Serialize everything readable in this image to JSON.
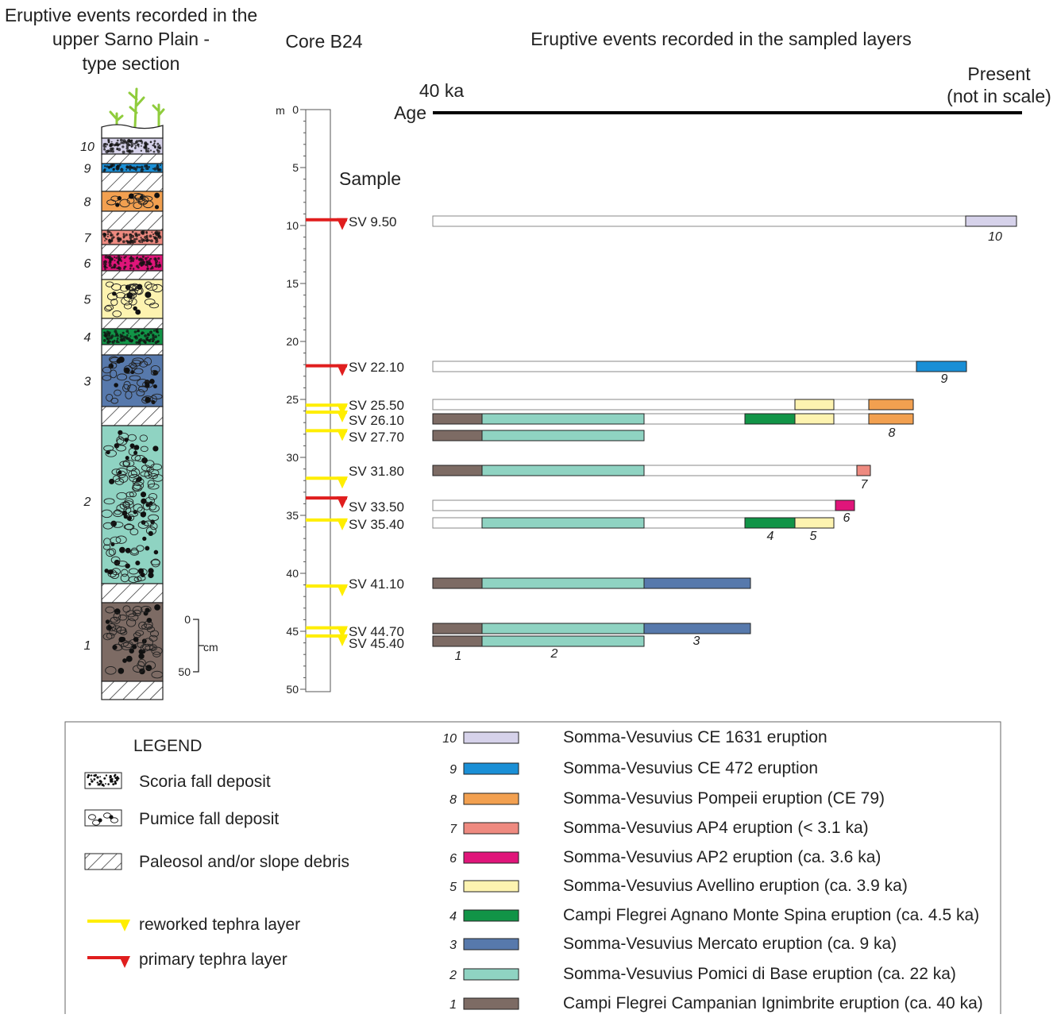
{
  "titles": {
    "left": [
      "Eruptive events recorded in the",
      "upper Sarno Plain -",
      "type section"
    ],
    "core": "Core B24",
    "right": "Eruptive events recorded in the sampled layers"
  },
  "age_axis": {
    "start_label": "40 ka",
    "axis_label": "Age",
    "end_label_1": "Present",
    "end_label_2": "(not in scale)"
  },
  "depth_axis": {
    "unit": "m",
    "ticks": [
      "0",
      "5",
      "10",
      "15",
      "20",
      "25",
      "30",
      "35",
      "40",
      "45",
      "50"
    ]
  },
  "sample_heading": "Sample",
  "scale_bar": {
    "top": "0",
    "bottom": "50",
    "unit": "cm"
  },
  "section_layers": [
    {
      "n": "10",
      "kind": "scoria",
      "color": "#d6d2ea"
    },
    {
      "n": "9",
      "kind": "scoria",
      "color": "#1a8fd6"
    },
    {
      "n": "8",
      "kind": "pumice",
      "color": "#f2a050"
    },
    {
      "n": "7",
      "kind": "scoria",
      "color": "#ee8a80"
    },
    {
      "n": "6",
      "kind": "scoria",
      "color": "#e0157a"
    },
    {
      "n": "5",
      "kind": "pumice",
      "color": "#fdf3b0"
    },
    {
      "n": "4",
      "kind": "scoria",
      "color": "#119447"
    },
    {
      "n": "3",
      "kind": "pumice",
      "color": "#5779ac"
    },
    {
      "n": "2",
      "kind": "pumice",
      "color": "#8fd3c2"
    },
    {
      "n": "1",
      "kind": "pumice",
      "color": "#7d6b64"
    }
  ],
  "samples": [
    {
      "label": "SV 9.50",
      "depth": 9.5,
      "type": "primary",
      "events": [
        "10"
      ]
    },
    {
      "label": "SV 22.10",
      "depth": 22.1,
      "type": "primary",
      "events": [
        "9"
      ]
    },
    {
      "label": "SV 25.50",
      "depth": 25.5,
      "type": "reworked",
      "events": [
        "5",
        "8"
      ]
    },
    {
      "label": "SV 26.10",
      "depth": 26.1,
      "type": "reworked",
      "events": [
        "1",
        "2",
        "4",
        "5",
        "8"
      ]
    },
    {
      "label": "SV 27.70",
      "depth": 27.7,
      "type": "reworked",
      "events": [
        "1",
        "2"
      ]
    },
    {
      "label": "SV 31.80",
      "depth": 31.8,
      "type": "reworked",
      "events": [
        "1",
        "2",
        "7"
      ]
    },
    {
      "label": "SV 33.50",
      "depth": 33.5,
      "type": "primary",
      "events": [
        "6"
      ]
    },
    {
      "label": "SV 35.40",
      "depth": 35.4,
      "type": "reworked",
      "events": [
        "2",
        "4",
        "5"
      ]
    },
    {
      "label": "SV 41.10",
      "depth": 41.1,
      "type": "reworked",
      "events": [
        "1",
        "2",
        "3"
      ]
    },
    {
      "label": "SV 44.70",
      "depth": 44.7,
      "type": "reworked",
      "events": [
        "1",
        "2",
        "3"
      ]
    },
    {
      "label": "SV 45.40",
      "depth": 45.4,
      "type": "reworked",
      "events": [
        "1",
        "2"
      ]
    }
  ],
  "bar_number_labels": [
    {
      "n": "10",
      "under": "SV 9.50"
    },
    {
      "n": "9",
      "under": "SV 22.10"
    },
    {
      "n": "8",
      "under": "SV 26.10"
    },
    {
      "n": "7",
      "under": "SV 31.80"
    },
    {
      "n": "6",
      "under": "SV 33.50"
    },
    {
      "n": "4",
      "under": "SV 35.40"
    },
    {
      "n": "5",
      "under": "SV 35.40"
    },
    {
      "n": "3",
      "under": "SV 44.70"
    },
    {
      "n": "1",
      "under": "SV 45.40"
    },
    {
      "n": "2",
      "under": "SV 45.40"
    }
  ],
  "legend": {
    "title": "LEGEND",
    "scoria": "Scoria fall deposit",
    "pumice": "Pumice fall deposit",
    "paleosol": "Paleosol and/or slope debris",
    "reworked": "reworked tephra layer",
    "primary": "primary tephra layer",
    "reworked_color": "#ffee00",
    "primary_color": "#e01e1e"
  },
  "eruptions": [
    {
      "n": "10",
      "label": "Somma-Vesuvius CE 1631 eruption",
      "color": "#d6d2ea"
    },
    {
      "n": "9",
      "label": "Somma-Vesuvius CE 472 eruption",
      "color": "#1a8fd6"
    },
    {
      "n": "8",
      "label": "Somma-Vesuvius Pompeii eruption (CE 79)",
      "color": "#f2a050"
    },
    {
      "n": "7",
      "label": "Somma-Vesuvius AP4 eruption (< 3.1 ka)",
      "color": "#ee8a80"
    },
    {
      "n": "6",
      "label": "Somma-Vesuvius  AP2 eruption (ca. 3.6 ka)",
      "color": "#e0157a"
    },
    {
      "n": "5",
      "label": "Somma-Vesuvius Avellino eruption (ca. 3.9 ka)",
      "color": "#fdf3b0"
    },
    {
      "n": "4",
      "label": "Campi Flegrei Agnano Monte Spina eruption (ca. 4.5 ka)",
      "color": "#119447"
    },
    {
      "n": "3",
      "label": "Somma-Vesuvius Mercato eruption (ca. 9 ka)",
      "color": "#5779ac"
    },
    {
      "n": "2",
      "label": "Somma-Vesuvius Pomici di Base eruption (ca. 22 ka)",
      "color": "#8fd3c2"
    },
    {
      "n": "1",
      "label": "Campi Flegrei Campanian Ignimbrite eruption (ca. 40 ka)",
      "color": "#7d6b64"
    }
  ]
}
